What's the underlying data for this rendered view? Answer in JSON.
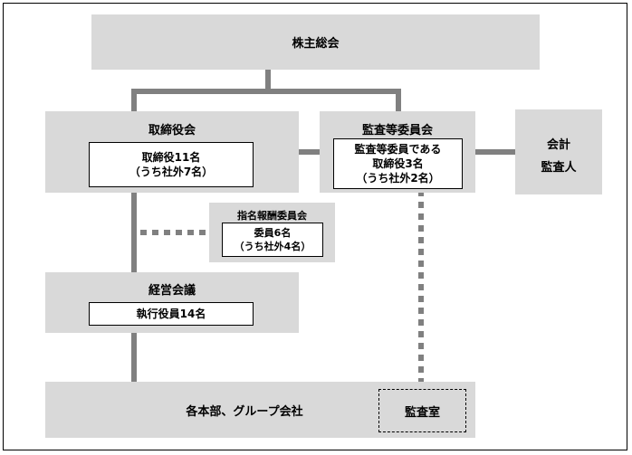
{
  "shareholders": {
    "label": "株主総会"
  },
  "board": {
    "title": "取締役会",
    "line1": "取締役11名",
    "line2": "（うち社外7名）"
  },
  "audit_committee": {
    "title": "監査等委員会",
    "line1": "監査等委員である",
    "line2": "取締役3名",
    "line3": "（うち社外2名）"
  },
  "auditor": {
    "line1": "会計",
    "line2": "監査人"
  },
  "nomination": {
    "title": "指名報酬委員会",
    "line1": "委員6名",
    "line2": "（うち社外4名）"
  },
  "management": {
    "title": "経営会議",
    "line1": "執行役員14名"
  },
  "divisions": {
    "label": "各本部、グループ会社"
  },
  "audit_office": {
    "label": "監査室"
  }
}
